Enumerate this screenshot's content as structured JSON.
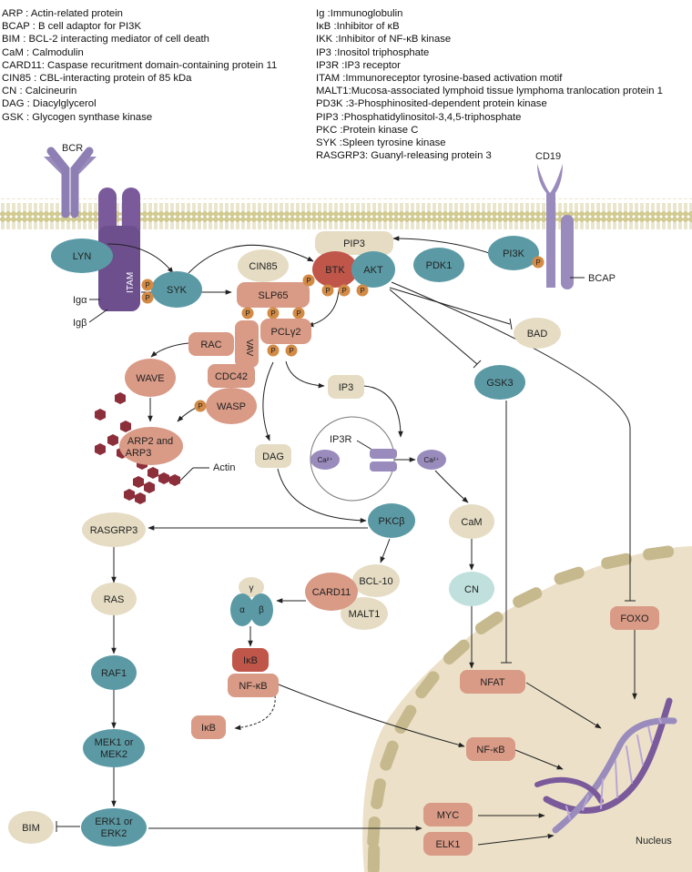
{
  "legend_left": [
    "ARP   : Actin-related protein",
    "BCAP  : B cell adaptor for PI3K",
    "BIM   : BCL-2 interacting mediator of cell death",
    "CaM   : Calmodulin",
    "CARD11: Caspase recuritment domain-containing protein 11",
    "CIN85 : CBL-interacting protein of 85 kDa",
    "CN     : Calcineurin",
    "DAG   : Diacylglycerol",
    "GSK   : Glycogen synthase kinase"
  ],
  "legend_right": [
    "Ig      :Immunoglobulin",
    "IκB    :Inhibitor of κB",
    "IKK    :Inhibitor of NF-κB kinase",
    "IP3     :Inositol triphosphate",
    "IP3R :IP3 receptor",
    "ITAM :Immunoreceptor tyrosine-based activation motif",
    "MALT1:Mucosa-associated lymphoid tissue lymphoma tranlocation protein 1",
    "PD3K :3-Phosphinosited-dependent protein kinase",
    "PIP3  :Phosphatidylinositol-3,4,5-triphosphate",
    "PKC  :Protein kinase C",
    "SYK  :Spleen tyrosine kinase",
    "RASGRP3: Guanyl-releasing protein 3"
  ],
  "labels": {
    "bcr": "BCR",
    "cd19": "CD19",
    "lyn": "LYN",
    "itam": "ITAM",
    "ig_alpha": "Igα",
    "ig_beta": "Igβ",
    "syk": "SYK",
    "cin85": "CIN85",
    "slp65": "SLP65",
    "pip3": "PIP3",
    "btk": "BTK",
    "akt": "AKT",
    "pdk1": "PDK1",
    "pi3k": "PI3K",
    "bcap": "BCAP",
    "vav": "VAV",
    "rac": "RAC",
    "cdc42": "CDC42",
    "plcg2": "PCLγ2",
    "wave": "WAVE",
    "wasp": "WASP",
    "arp_line1": "ARP2 and",
    "arp_line2": "ARP3",
    "actin": "Actin",
    "bad": "BAD",
    "gsk3": "GSK3",
    "ip3": "IP3",
    "ip3r": "IP3R",
    "ca_left": "Ca²⁺",
    "ca_right": "Ca²⁺",
    "dag": "DAG",
    "pkcb": "PKCβ",
    "cam": "CaM",
    "rasgrp3": "RASGRP3",
    "card11": "CARD11",
    "bcl10": "BCL-10",
    "malt1": "MALT1",
    "gamma": "γ",
    "alpha": "α",
    "beta": "β",
    "ikb": "IκB",
    "nfkb": "NF-κB",
    "ikb_free": "IκB",
    "ras": "RAS",
    "raf1": "RAF1",
    "mek_line1": "MEK1 or",
    "mek_line2": "MEK2",
    "erk_line1": "ERK1 or",
    "erk_line2": "ERK2",
    "bim": "BIM",
    "cn": "CN",
    "nfat": "NFAT",
    "foxo": "FOXO",
    "nfkb_nuc": "NF-κB",
    "myc": "MYC",
    "elk1": "ELK1",
    "nucleus": "Nucleus",
    "p": "P"
  },
  "colors": {
    "teal": "#5b9aa5",
    "salmon": "#d99a86",
    "beige": "#e5dcc3",
    "purple": "#7a5a9b",
    "lavender": "#9a8bbd",
    "red": "#c0564a",
    "phospho": "#d28a45",
    "actin": "#8c2f3b",
    "nucleus": "#ece1c8",
    "mint": "#bfe0dc"
  }
}
